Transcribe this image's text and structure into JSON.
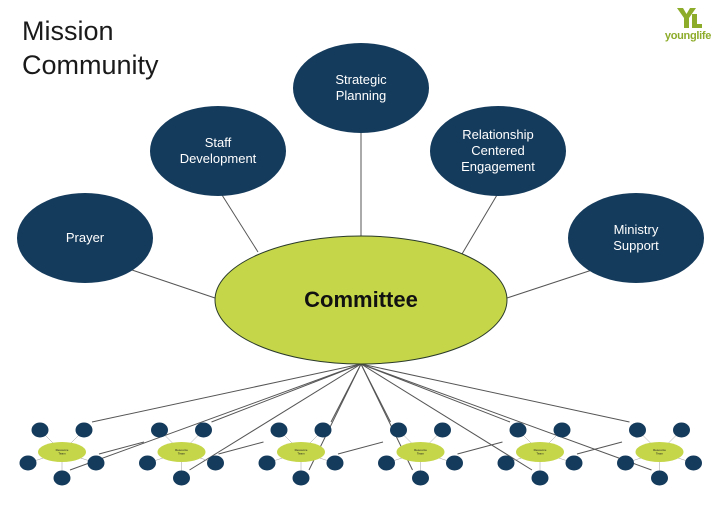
{
  "title": {
    "line1": "Mission",
    "line2": "Community"
  },
  "logo": {
    "text": "younglife",
    "color": "#8dac2a"
  },
  "center": {
    "label": "Committee",
    "color": "#c5d649"
  },
  "nodes": [
    {
      "label": "Prayer"
    },
    {
      "label": "Staff\nDevelopment"
    },
    {
      "label": "Strategic\nPlanning"
    },
    {
      "label": "Relationship\nCentered\nEngagement"
    },
    {
      "label": "Ministry\nSupport"
    }
  ],
  "node_color": "#153b5c",
  "mini_diagrams": [
    {
      "center_label": "Resource\nTeam"
    },
    {
      "center_label": "Resource\nTeam"
    },
    {
      "center_label": "Resource\nTeam"
    },
    {
      "center_label": "Resource\nTeam"
    },
    {
      "center_label": "Resource\nTeam"
    },
    {
      "center_label": "Resource\nTeam"
    }
  ]
}
